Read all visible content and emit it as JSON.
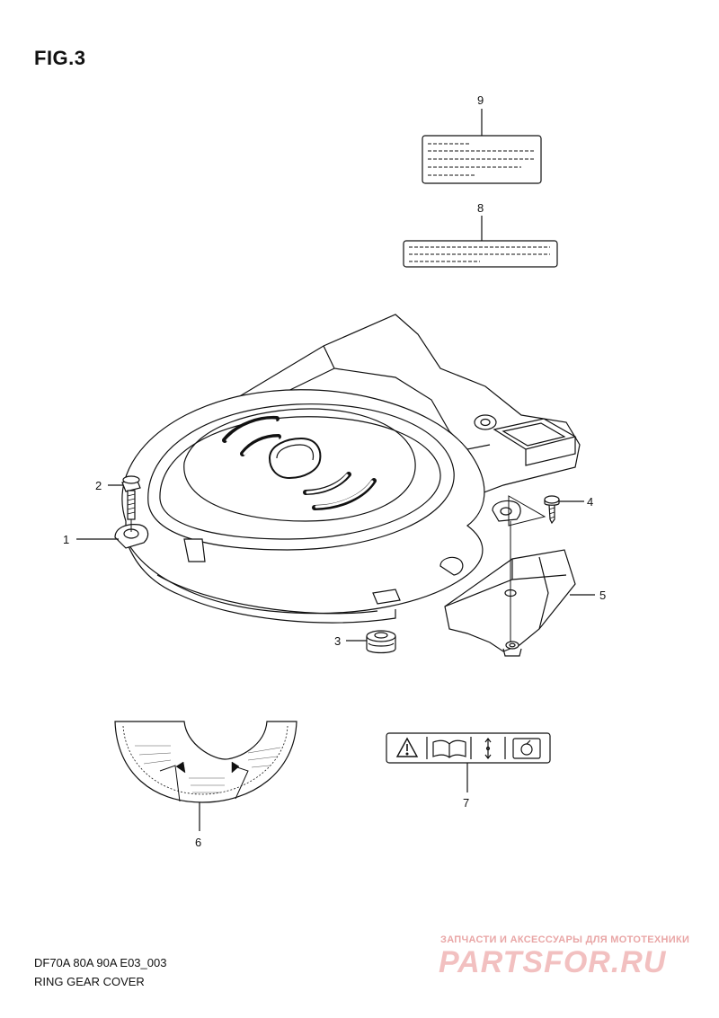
{
  "figure": {
    "title": "FIG.3"
  },
  "callouts": [
    {
      "id": "1",
      "label": "1"
    },
    {
      "id": "2",
      "label": "2"
    },
    {
      "id": "3",
      "label": "3"
    },
    {
      "id": "4",
      "label": "4"
    },
    {
      "id": "5",
      "label": "5"
    },
    {
      "id": "6",
      "label": "6"
    },
    {
      "id": "7",
      "label": "7"
    },
    {
      "id": "8",
      "label": "8"
    },
    {
      "id": "9",
      "label": "9"
    }
  ],
  "footer": {
    "model_code": "DF70A 80A 90A E03_003",
    "assembly_name": "RING GEAR COVER"
  },
  "watermark": {
    "tagline": "ЗАПЧАСТИ И АКСЕССУАРЫ ДЛЯ МОТОТЕХНИКИ",
    "brand": "PARTSFOR.RU",
    "color": "#e9a6a6"
  },
  "icons": [
    "warning-icon",
    "manual-book-icon",
    "tilt-arrows-icon",
    "starter-icon"
  ]
}
